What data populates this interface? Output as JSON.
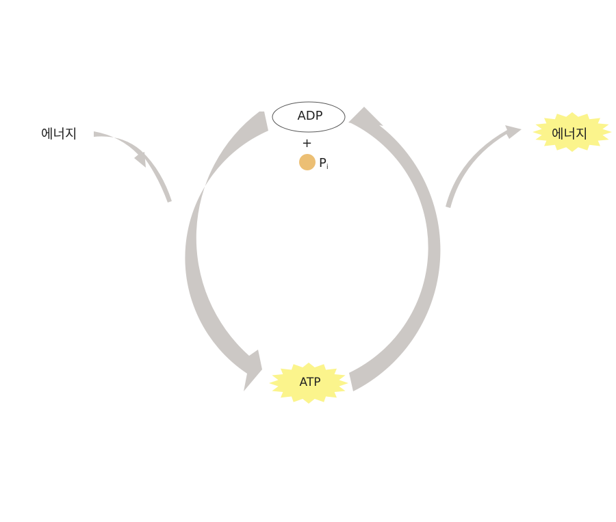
{
  "diagram": {
    "energy_in_label": "에너지",
    "energy_out_label": "에너지",
    "adp_label": "ADP",
    "plus_sign": "+",
    "phosphate_label": "P",
    "phosphate_subscript": "i",
    "atp_label": "ATP"
  },
  "colors": {
    "arrow_gray": "#ccc8c5",
    "burst_yellow": "#fbf48c",
    "phosphate_orange": "#ecbf74",
    "outline": "#555555",
    "text": "#222222"
  }
}
